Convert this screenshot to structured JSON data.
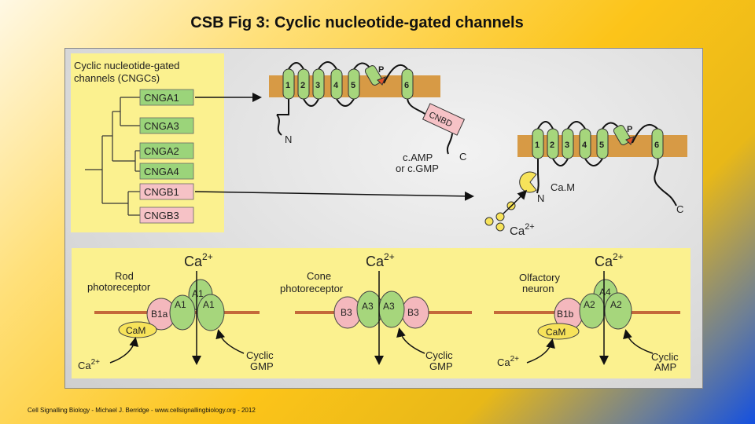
{
  "title": "CSB Fig 3: Cyclic nucleotide-gated channels",
  "footer": "Cell Signalling Biology - Michael J. Berridge - www.cellsignallingbiology.org - 2012",
  "tree": {
    "heading_line1": "Cyclic nucleotide-gated",
    "heading_line2": "channels (CNGCs)",
    "subunits": [
      {
        "label": "CNGA1",
        "color": "#9bd47a"
      },
      {
        "label": "CNGA3",
        "color": "#9bd47a"
      },
      {
        "label": "CNGA2",
        "color": "#9bd47a"
      },
      {
        "label": "CNGA4",
        "color": "#9bd47a"
      },
      {
        "label": "CNGB1",
        "color": "#f6c2c6"
      },
      {
        "label": "CNGB3",
        "color": "#f6c2c6"
      }
    ]
  },
  "topology": {
    "channel_a": {
      "segments": [
        "1",
        "2",
        "3",
        "4",
        "5",
        "6"
      ],
      "pore": "P",
      "n_term": "N",
      "c_term": "C",
      "domain": "CNBD",
      "ligand_line1": "c.AMP",
      "ligand_line2": "or c.GMP"
    },
    "channel_b": {
      "segments": [
        "1",
        "2",
        "3",
        "4",
        "5",
        "6"
      ],
      "pore": "P",
      "n_term": "N",
      "c_term": "C",
      "cam": "Ca.M",
      "ion": "Ca",
      "ion_charge": "2+"
    }
  },
  "complexes": [
    {
      "cell_line1": "Rod",
      "cell_line2": "photoreceptor",
      "top_ion": "Ca",
      "top_charge": "2+",
      "subunits": [
        "B1a",
        "A1",
        "A1",
        "A1"
      ],
      "cam": "CaM",
      "bottom_ion": "Ca",
      "bottom_charge": "2+",
      "ligand_line1": "Cyclic",
      "ligand_line2": "GMP"
    },
    {
      "cell_line1": "Cone",
      "cell_line2": "photoreceptor",
      "top_ion": "Ca",
      "top_charge": "2+",
      "subunits": [
        "B3",
        "A3",
        "A3",
        "B3"
      ],
      "ligand_line1": "Cyclic",
      "ligand_line2": "GMP"
    },
    {
      "cell_line1": "Olfactory",
      "cell_line2": "neuron",
      "top_ion": "Ca",
      "top_charge": "2+",
      "subunits": [
        "B1b",
        "A2",
        "A2",
        "A4"
      ],
      "cam": "CaM",
      "bottom_ion": "Ca",
      "bottom_charge": "2+",
      "ligand_line1": "Cyclic",
      "ligand_line2": "AMP"
    }
  ],
  "colors": {
    "membrane": "#d79a45",
    "subunit_green": "#a6d67c",
    "subunit_pink": "#f4b8bd",
    "cam_yellow": "#f7e35a",
    "pore_red": "#e0542a",
    "membrane_line": "#c4693a",
    "panel_yellow": "#fbf18f"
  }
}
